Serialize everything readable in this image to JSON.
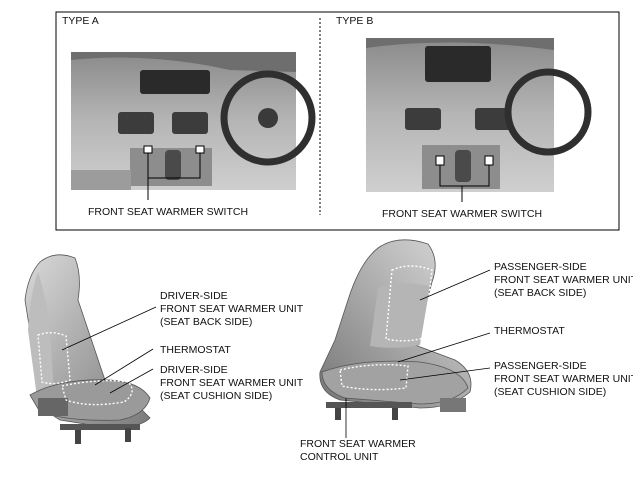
{
  "panel_top": {
    "type_a": {
      "title": "TYPE A",
      "caption": "FRONT SEAT WARMER SWITCH"
    },
    "type_b": {
      "title": "TYPE B",
      "caption": "FRONT SEAT WARMER SWITCH"
    }
  },
  "driver_seat": {
    "back_unit": [
      "DRIVER-SIDE",
      "FRONT SEAT WARMER UNIT",
      "(SEAT BACK SIDE)"
    ],
    "thermostat": "THERMOSTAT",
    "cushion_unit": [
      "DRIVER-SIDE",
      "FRONT SEAT WARMER UNIT",
      "(SEAT CUSHION SIDE)"
    ]
  },
  "passenger_seat": {
    "back_unit": [
      "PASSENGER-SIDE",
      "FRONT SEAT WARMER UNIT",
      "(SEAT BACK SIDE)"
    ],
    "thermostat": "THERMOSTAT",
    "cushion_unit": [
      "PASSENGER-SIDE",
      "FRONT SEAT WARMER UNIT",
      "(SEAT CUSHION SIDE)"
    ]
  },
  "control_unit": [
    "FRONT SEAT WARMER",
    "CONTROL UNIT"
  ]
}
